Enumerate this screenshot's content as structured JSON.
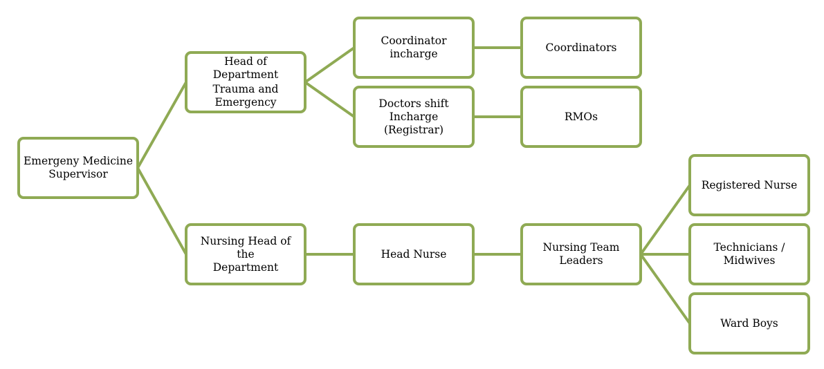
{
  "colors": {
    "border": "#8faa54",
    "connector": "#8faa54",
    "text": "#000000",
    "background": "#ffffff"
  },
  "nodes": {
    "supervisor": {
      "lines": [
        "Emergeny Medicine",
        "Supervisor"
      ]
    },
    "hod_trauma": {
      "lines": [
        "Head of Department",
        "Trauma and",
        "Emergency"
      ]
    },
    "coordinator_incharge": {
      "lines": [
        "Coordinator incharge"
      ]
    },
    "coordinators": {
      "lines": [
        "Coordinators"
      ]
    },
    "doctors_shift": {
      "lines": [
        "Doctors shift",
        "Incharge (Registrar)"
      ]
    },
    "rmos": {
      "lines": [
        "RMOs"
      ]
    },
    "nursing_hod": {
      "lines": [
        "Nursing Head of the",
        "Department"
      ]
    },
    "head_nurse": {
      "lines": [
        "Head Nurse"
      ]
    },
    "nursing_team_leaders": {
      "lines": [
        "Nursing Team",
        "Leaders"
      ]
    },
    "registered_nurse": {
      "lines": [
        "Registered Nurse"
      ]
    },
    "technicians": {
      "lines": [
        "Technicians /",
        "Midwives"
      ]
    },
    "ward_boys": {
      "lines": [
        "Ward Boys"
      ]
    }
  },
  "edges": [
    [
      "supervisor",
      "hod_trauma"
    ],
    [
      "supervisor",
      "nursing_hod"
    ],
    [
      "hod_trauma",
      "coordinator_incharge"
    ],
    [
      "hod_trauma",
      "doctors_shift"
    ],
    [
      "coordinator_incharge",
      "coordinators"
    ],
    [
      "doctors_shift",
      "rmos"
    ],
    [
      "nursing_hod",
      "head_nurse"
    ],
    [
      "head_nurse",
      "nursing_team_leaders"
    ],
    [
      "nursing_team_leaders",
      "registered_nurse"
    ],
    [
      "nursing_team_leaders",
      "technicians"
    ],
    [
      "nursing_team_leaders",
      "ward_boys"
    ]
  ]
}
